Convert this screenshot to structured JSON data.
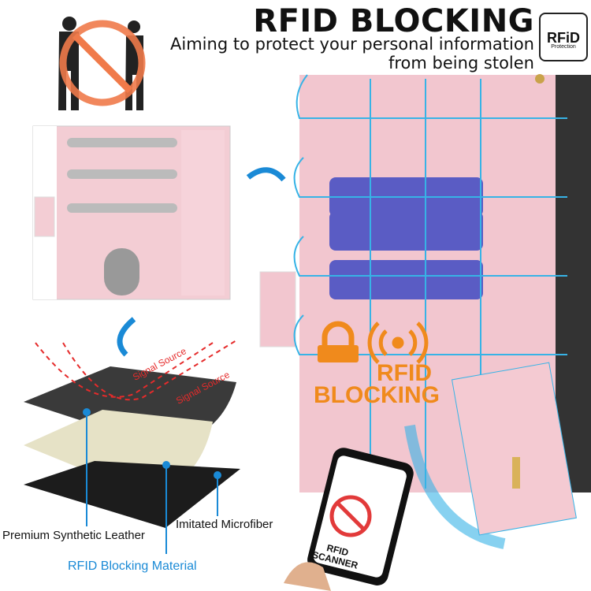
{
  "header": {
    "title": "RFID BLOCKING",
    "subtitle_line1": "Aiming to protect your personal information",
    "subtitle_line2": "from being stolen"
  },
  "badge": {
    "icon": "rfid-wifi-icon",
    "text": "RFiD",
    "subtext": "Protection",
    "color": "#e23a3a"
  },
  "layers": {
    "signal_label_1": "Signal Source",
    "signal_label_2": "Signal Source",
    "premium_leather": "Premium Synthetic Leather",
    "microfiber": "Imitated Microfiber",
    "blocking_material": "RFID Blocking Material"
  },
  "overlay": {
    "line1": "RFID",
    "line2": "BLOCKING",
    "color": "#f08a1c"
  },
  "scanner": {
    "line1": "RFID",
    "line2": "SCANNER"
  },
  "colors": {
    "pink": "#f2c6cf",
    "accent_blue": "#1a8ad6",
    "signal_red": "#e52b2b"
  }
}
